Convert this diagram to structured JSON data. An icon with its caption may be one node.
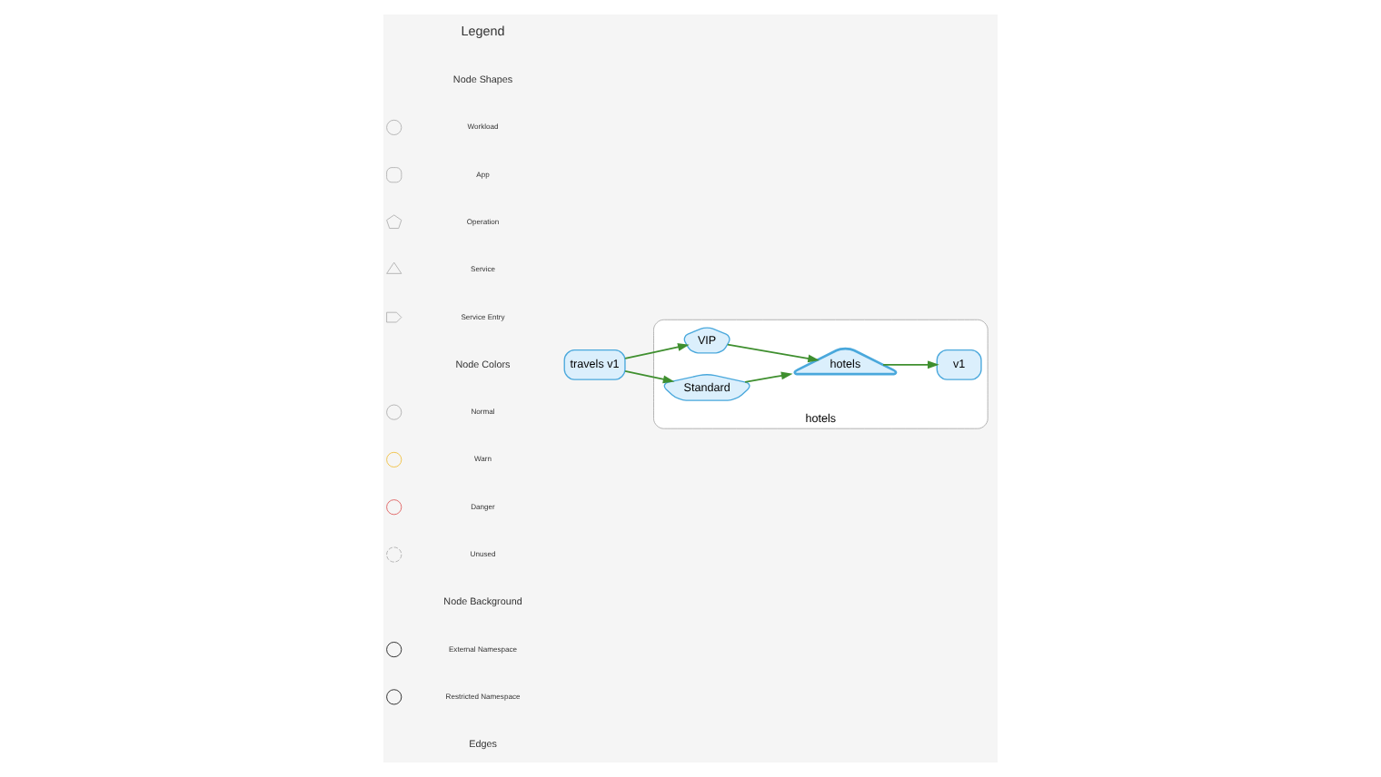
{
  "diagram": {
    "nodes": [
      {
        "text": [
          "hotels"
        ]
      },
      {
        "text": [
          "travels v1"
        ]
      },
      {
        "text": [
          "VIP"
        ],
        "in": 0
      },
      {
        "text": [
          "Standard"
        ],
        "in": 0
      },
      {
        "text": [
          "hotels"
        ],
        "in": 0
      },
      {
        "text": [
          "v1"
        ],
        "in": 0
      }
    ],
    "edges": [
      {
        "from": 1,
        "to": 2,
        "arrow": "to"
      },
      {
        "from": 1,
        "to": 3,
        "arrow": "to"
      },
      {
        "from": 2,
        "to": 4,
        "arrow": "to"
      },
      {
        "from": 3,
        "to": 4,
        "arrow": "to"
      },
      {
        "from": 4,
        "to": 5,
        "arrow": "to"
      }
    ],
    "labels": [
      "Legend",
      "Node Shapes",
      "Node Colors",
      "Node Background",
      "Edges"
    ],
    "legend": [
      {
        "text": "Workload"
      },
      {
        "text": "App"
      },
      {
        "text": "Operation"
      },
      {
        "text": "Service"
      },
      {
        "text": "Service Entry"
      },
      {
        "text": "Normal"
      },
      {
        "text": "Warn"
      },
      {
        "text": "Danger"
      },
      {
        "text": "Unused"
      },
      {
        "text": "External Namespace"
      },
      {
        "text": "Restricted Namespace"
      }
    ]
  }
}
